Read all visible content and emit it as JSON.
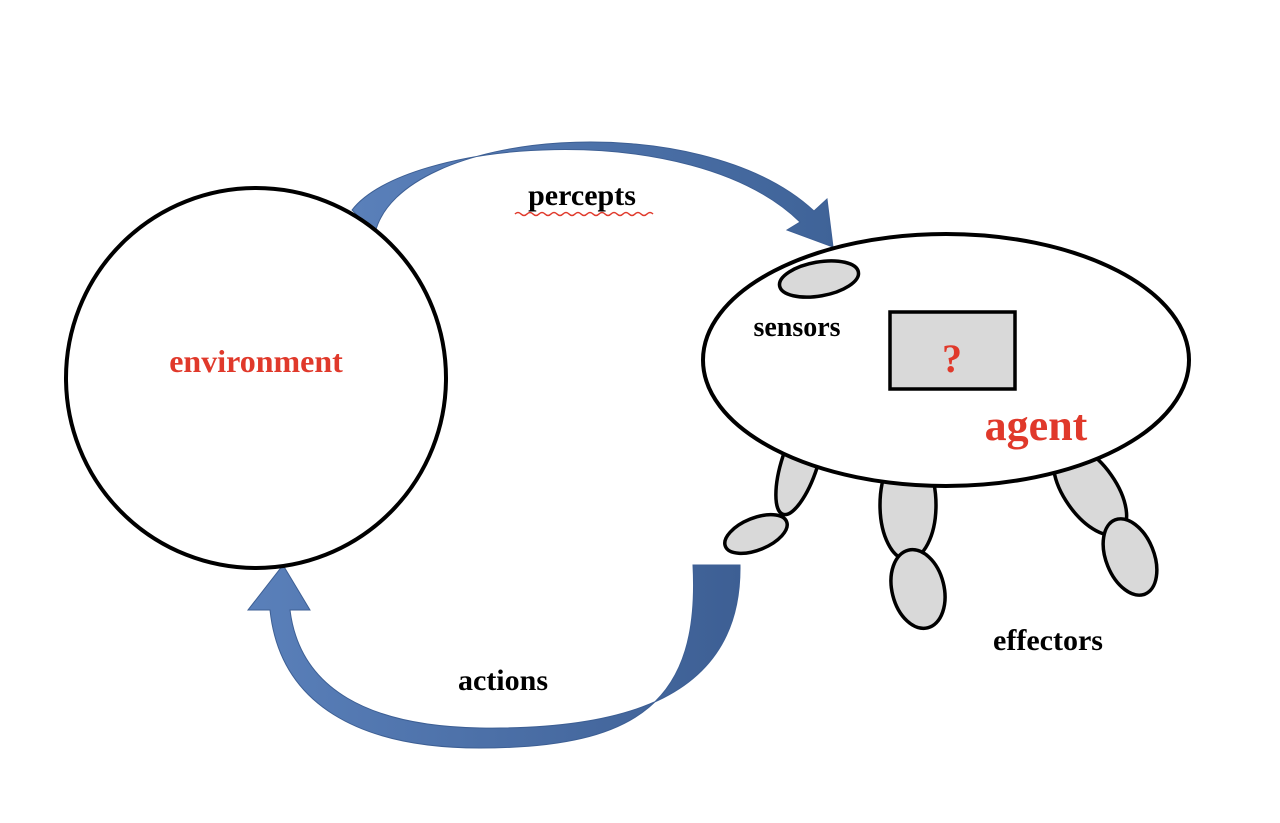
{
  "labels": {
    "environment": "environment",
    "agent": "agent",
    "unknown": "?",
    "percepts": "percepts",
    "actions": "actions",
    "sensors": "sensors",
    "effectors": "effectors"
  },
  "colors": {
    "arrow_fill": "#4f75b0",
    "arrow_dark": "#3d5f94",
    "outline": "#000000",
    "part_fill": "#d9d9d9",
    "accent_text": "#e0392b",
    "spellcheck_underline": "#e0392b"
  }
}
